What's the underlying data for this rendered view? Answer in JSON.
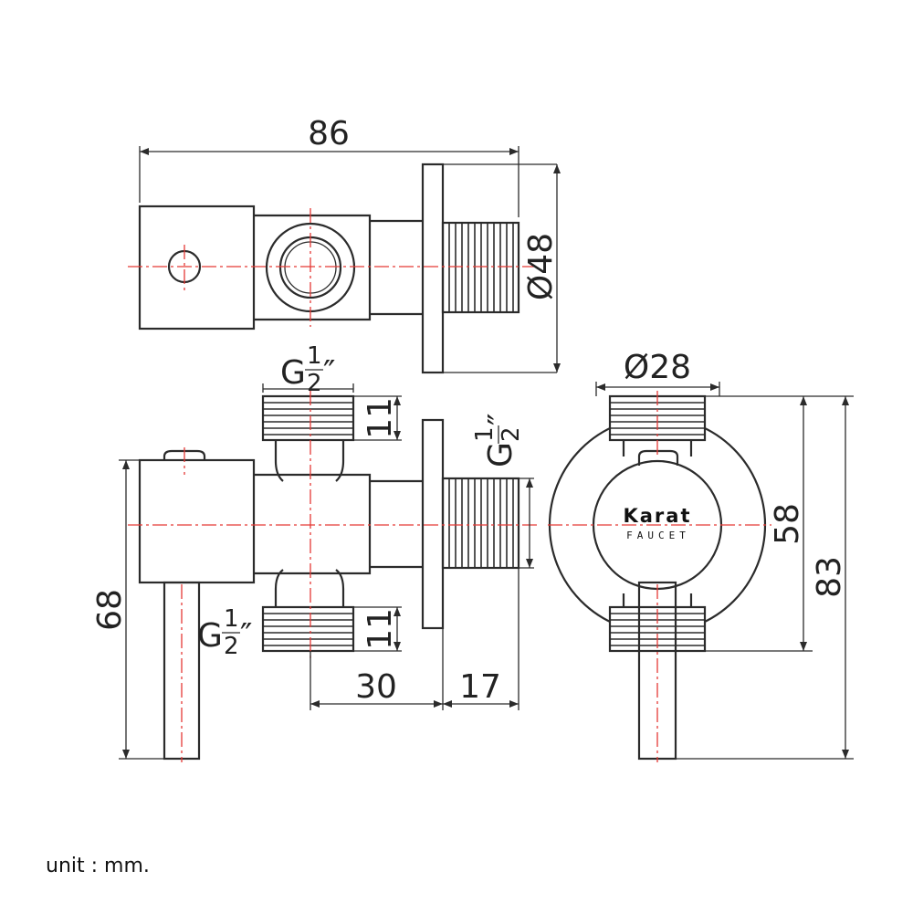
{
  "dimensions": {
    "total_length": "86",
    "flange_diameter": "Ø48",
    "port_top_thread_g": "G",
    "port_top_thread_frac_num": "1",
    "port_top_thread_frac_den": "2",
    "port_top_thread_mark": "″",
    "port_top_height": "11",
    "outlet_thread_g": "G",
    "outlet_thread_frac_num": "1",
    "outlet_thread_frac_den": "2",
    "outlet_thread_mark": "″",
    "port_bottom_thread_g": "G",
    "port_bottom_thread_frac_num": "1",
    "port_bottom_thread_frac_den": "2",
    "port_bottom_thread_mark": "″",
    "port_bottom_height": "11",
    "handle_height": "68",
    "port_to_flange": "30",
    "flange_to_end": "17",
    "body_diameter": "Ø28",
    "port_spacing": "58",
    "overall_height": "83"
  },
  "brand": {
    "name": "Karat",
    "subtitle": "FAUCET"
  },
  "unit_label": "unit : mm.",
  "colors": {
    "outline": "#2b2b2b",
    "centerline": "#e53935"
  }
}
